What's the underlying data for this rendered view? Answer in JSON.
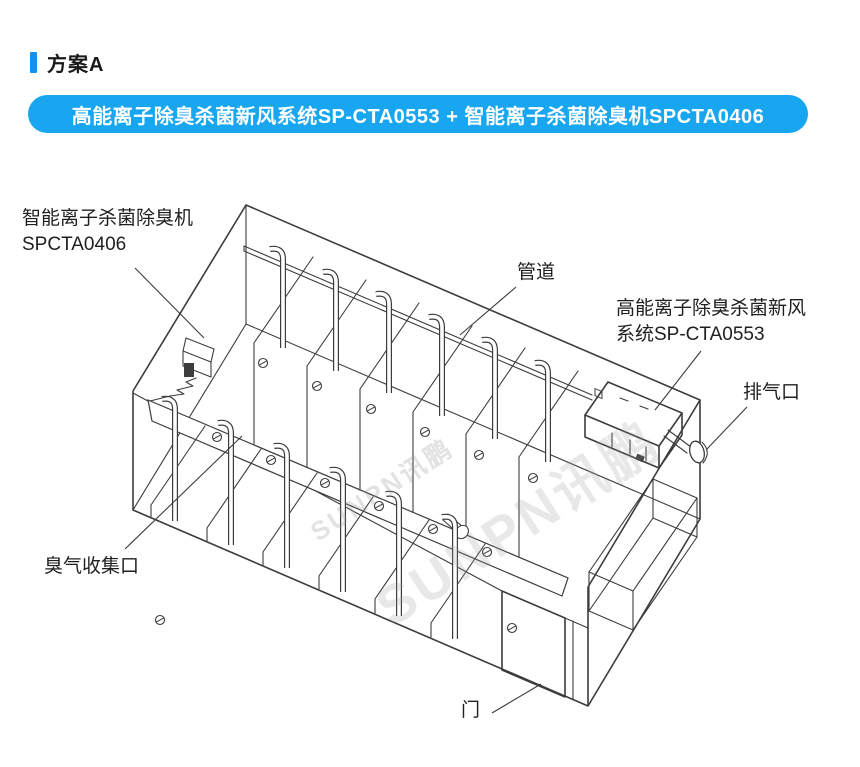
{
  "header": {
    "title": "方案A",
    "accent_color": "#1590ee"
  },
  "banner": {
    "text": "高能离子除臭杀菌新风系统SP-CTA0553 + 智能离子杀菌除臭机SPCTA0406",
    "bg_color": "#18a6f0",
    "text_color": "#ffffff"
  },
  "diagram": {
    "labels": {
      "small_unit_line1": "智能离子杀菌除臭机",
      "small_unit_line2": "SPCTA0406",
      "pipe": "管道",
      "main_unit_line1": "高能离子除臭杀菌新风",
      "main_unit_line2": "系统SP-CTA0553",
      "exhaust": "排气口",
      "odor_collector": "臭气收集口",
      "door": "门"
    },
    "watermark": "SUNPN讯鹏",
    "line_color": "#3c3c3c"
  }
}
